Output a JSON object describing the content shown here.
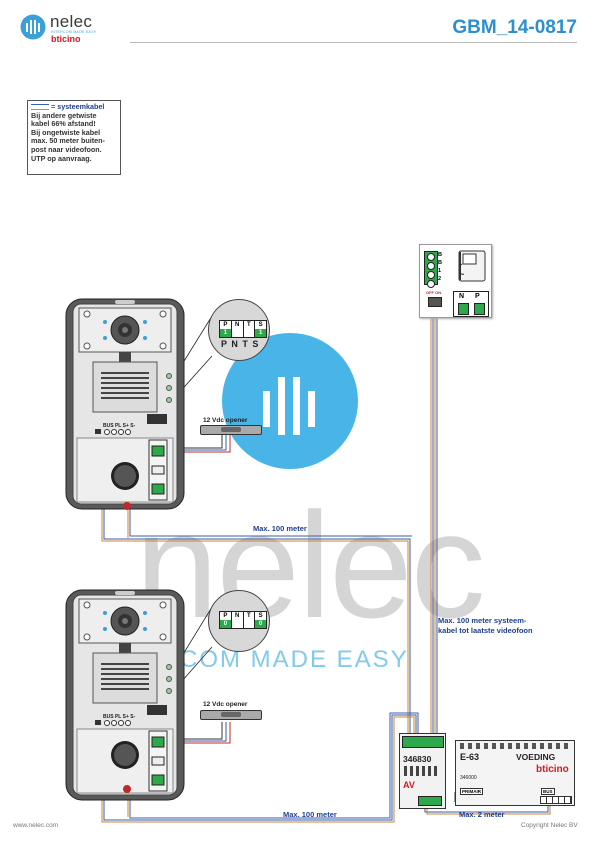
{
  "header": {
    "brand": "nelec",
    "brand_tagline": "INTERCOM MADE EASY",
    "partner": "bticino",
    "doc_code": "GBM_14-0817"
  },
  "legend": {
    "title": "= systeemkabel",
    "lines": [
      "Bij andere getwiste",
      "kabel 66% afstand!",
      "Bij ongetwiste kabel",
      "max. 50 meter buiten-",
      "post naar videofoon.",
      "UTP op aanvraag."
    ]
  },
  "panel_top": {
    "bus_labels": "BUS PL S+ S-",
    "dip_labels": [
      "P",
      "N",
      "T",
      "S"
    ],
    "dip_values": [
      "1",
      "",
      "",
      "1"
    ],
    "dip_footer": "P N T S",
    "opener_label": "12 Vdc opener"
  },
  "panel_bottom": {
    "bus_labels": "BUS PL S+ S-",
    "dip_labels": [
      "P",
      "N",
      "T",
      "S"
    ],
    "dip_values": [
      "0",
      "",
      "",
      "0"
    ],
    "dip_footer": "P N T S",
    "opener_label": "12 Vdc opener"
  },
  "videophone": {
    "terminals": [
      "B",
      "B",
      "1",
      "2"
    ],
    "switch_label": "OFF ON",
    "np_labels": [
      "N",
      "P"
    ]
  },
  "distances": {
    "top": "Max. 100 meter",
    "bottom": "Max. 100 meter",
    "system_line1": "Max. 100 meter systeem-",
    "system_line2": "kabel tot laatste videofoon",
    "psu": "Max. 2 meter"
  },
  "av_module": {
    "code": "346830",
    "label": "AV"
  },
  "power_supply": {
    "model": "E-63",
    "title": "VOEDING",
    "code": "346000",
    "brand": "bticino",
    "primary": "PRIMAIR",
    "bus": "BUS"
  },
  "watermark": {
    "text": "nelec",
    "tagline": "INTERCOM MADE EASY"
  },
  "footer": {
    "left": "www.nelec.com",
    "right": "Copyright Nelec BV"
  },
  "colors": {
    "brand_blue": "#3aa0d8",
    "title_blue": "#2b8fd0",
    "label_blue": "#1f3f8f",
    "wire_blue": "#3a5ea8",
    "wire_orange": "#c8843a",
    "wire_red": "#c0282a",
    "terminal_green": "#2da84a",
    "bticino_red": "#d01c25"
  }
}
